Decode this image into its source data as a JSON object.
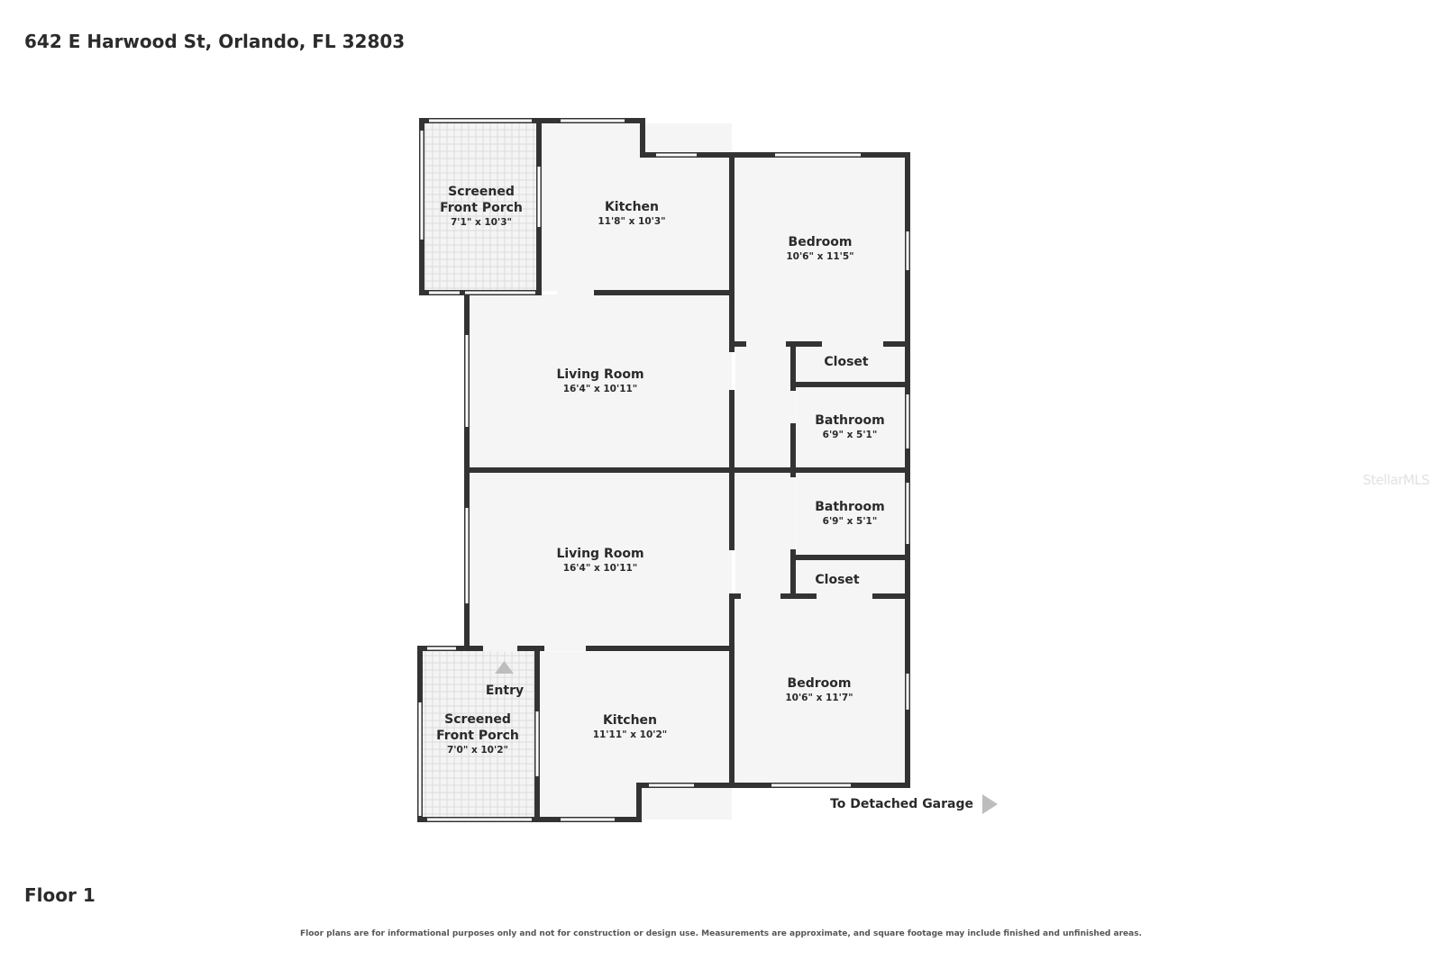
{
  "address": "642 E Harwood St, Orlando, FL 32803",
  "floor_label": "Floor 1",
  "disclaimer": "Floor plans are for informational purposes only and not for construction or design use. Measurements are approximate, and square footage may include finished and unfinished areas.",
  "watermark": "StellarMLS",
  "entry_label": "Entry",
  "garage_label": "To Detached Garage",
  "colors": {
    "wall": "#333333",
    "room_fill": "#f5f5f5",
    "window": "#ffffff",
    "arrow": "#bdbdbd"
  },
  "rooms": [
    {
      "id": "porch-top",
      "name_lines": [
        "Screened",
        "Front Porch"
      ],
      "dims": "7'1\" x 10'3\""
    },
    {
      "id": "kitchen-top",
      "name_lines": [
        "Kitchen"
      ],
      "dims": "11'8\" x 10'3\""
    },
    {
      "id": "bedroom-top",
      "name_lines": [
        "Bedroom"
      ],
      "dims": "10'6\" x 11'5\""
    },
    {
      "id": "living-top",
      "name_lines": [
        "Living Room"
      ],
      "dims": "16'4\" x 10'11\""
    },
    {
      "id": "closet-top",
      "name_lines": [
        "Closet"
      ],
      "dims": ""
    },
    {
      "id": "bath-top",
      "name_lines": [
        "Bathroom"
      ],
      "dims": "6'9\" x 5'1\""
    },
    {
      "id": "bath-bottom",
      "name_lines": [
        "Bathroom"
      ],
      "dims": "6'9\" x 5'1\""
    },
    {
      "id": "living-bottom",
      "name_lines": [
        "Living Room"
      ],
      "dims": "16'4\" x 10'11\""
    },
    {
      "id": "closet-bottom",
      "name_lines": [
        "Closet"
      ],
      "dims": ""
    },
    {
      "id": "bedroom-bottom",
      "name_lines": [
        "Bedroom"
      ],
      "dims": "10'6\" x 11'7\""
    },
    {
      "id": "porch-bottom",
      "name_lines": [
        "Screened",
        "Front Porch"
      ],
      "dims": "7'0\" x 10'2\""
    },
    {
      "id": "kitchen-bottom",
      "name_lines": [
        "Kitchen"
      ],
      "dims": "11'11\" x 10'2\""
    }
  ]
}
